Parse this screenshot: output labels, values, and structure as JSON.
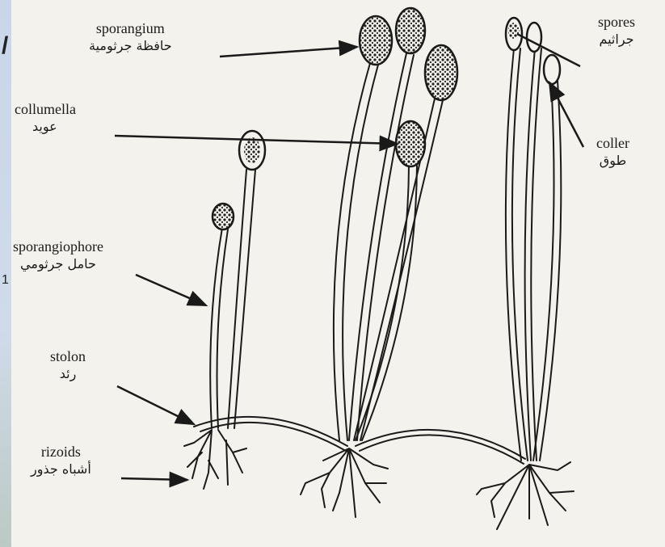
{
  "figure": {
    "edge_marks": [
      "/",
      "1"
    ]
  },
  "labels": {
    "sporangium": {
      "en": "sporangium",
      "ar": "حافظة جرثومية"
    },
    "collumella": {
      "en": "collumella",
      "ar": "عويد"
    },
    "sporangiophore": {
      "en": "sporangiophore",
      "ar": "حامل جرثومي"
    },
    "stolon": {
      "en": "stolon",
      "ar": "رئد"
    },
    "rizoids": {
      "en": "rizoids",
      "ar": "أشباه جذور"
    },
    "spores": {
      "en": "spores",
      "ar": "جراثيم"
    },
    "coller": {
      "en": "coller",
      "ar": "طوق"
    }
  },
  "colors": {
    "ink": "#1a1a1a",
    "paper": "#f4f2ec",
    "strip": "#c9d6ea"
  }
}
